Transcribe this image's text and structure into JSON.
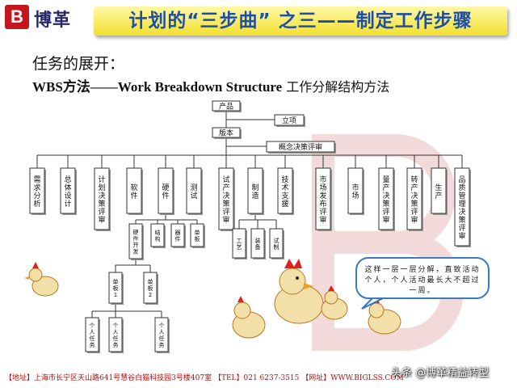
{
  "header": {
    "logo_mark": "B",
    "logo_text": "博革",
    "title": "计划的“三步曲” 之三——制定工作步骤"
  },
  "subtitle": "任务的展开：",
  "wbs_line": {
    "prefix": "WBS方法——",
    "english": "Work Breakdown Structure",
    "suffix": " 工作分解结构方法"
  },
  "tree": {
    "root": "产品",
    "version": "版本",
    "side_approval": "立项",
    "side_concept": "概念决策评审",
    "level1": [
      "需求分析",
      "总体设计",
      "计划决策评审",
      "软件",
      "硬件",
      "测试",
      "试产决策评审",
      "制造",
      "技术支援",
      "市场发布评审",
      "市场",
      "量产决策评审",
      "转产决策评审",
      "生产",
      "品质管理决策评审"
    ],
    "hardware_children": [
      "硬件开发",
      "结构",
      "器件",
      "单板"
    ],
    "manufacturing_children": [
      "工艺",
      "装备",
      "试制"
    ],
    "units": [
      "单板1",
      "单板2"
    ],
    "personal_tasks": [
      "个人任务",
      "个人任务",
      "个人任务"
    ]
  },
  "bubble_text": "这样一层一层分解，直致活动个人，个人活动最长大不超过一周。",
  "footer_text": "【地址】上海市长宁区天山路641号慧谷白猫科技园3号楼407室 【TEL】021 6237-3515 【网址】WWW.BIGLSS.COM",
  "credit": "头条 @博革精益转型",
  "colors": {
    "title_text": "#1e4fa8",
    "title_bg": "#f2df2e",
    "brand_red": "#c4161c",
    "bubble_border": "#3a7abf"
  }
}
